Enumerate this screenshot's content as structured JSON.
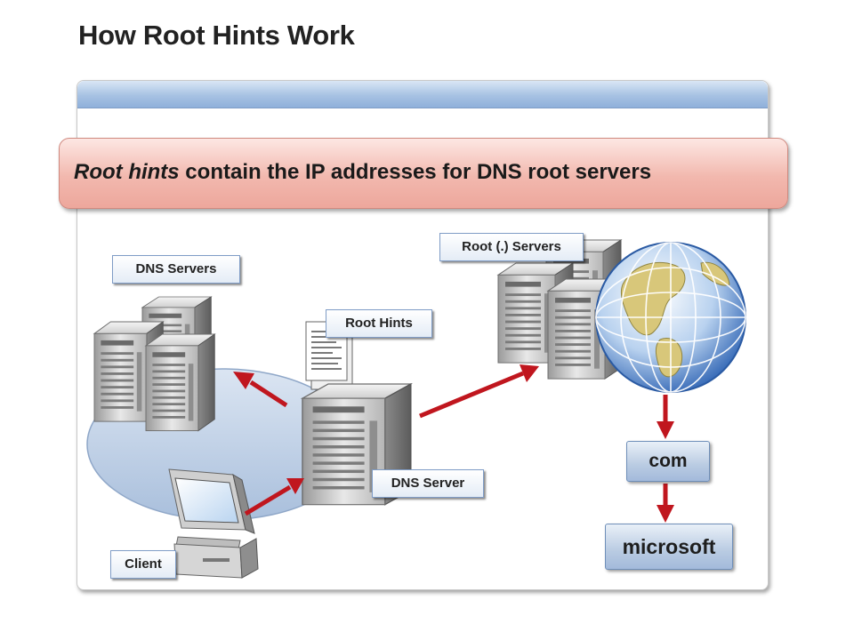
{
  "title": "How Root Hints Work",
  "banner": {
    "emphasis": "Root hints",
    "rest": " contain the IP addresses for DNS root servers"
  },
  "labels": {
    "dns_servers": "DNS Servers",
    "root_servers": "Root (.) Servers",
    "root_hints": "Root Hints",
    "dns_server": "DNS Server",
    "client": "Client"
  },
  "domains": {
    "com": "com",
    "microsoft": "microsoft"
  },
  "colors": {
    "arrow": "#c0161e",
    "banner": "#f2b8ae",
    "panel_bar": "#a7c2e3"
  },
  "icons": [
    "server-icon",
    "document-icon",
    "globe-icon",
    "computer-icon"
  ]
}
